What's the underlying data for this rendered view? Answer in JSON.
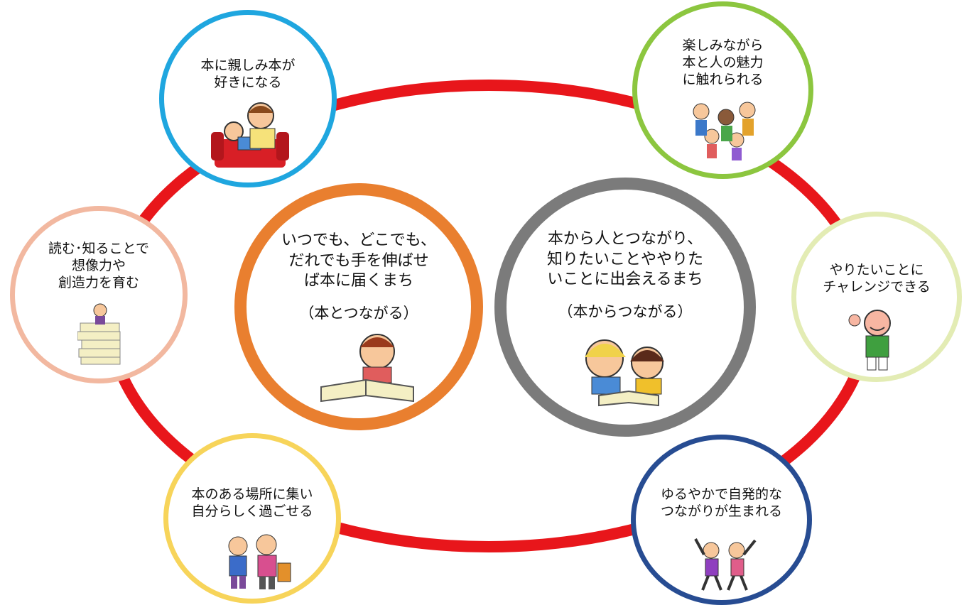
{
  "colors": {
    "ring": "#e8161b",
    "blue": "#1fa6df",
    "green": "#8cc63f",
    "salmon": "#f2b8a0",
    "paleGreen": "#e3ecb4",
    "yellow": "#f7d45a",
    "navy": "#274c92",
    "orange": "#e97f2f",
    "gray": "#7b7b7b"
  },
  "center": {
    "left": {
      "text": "いつでも、どこでも、\nだれでも手を伸ばせ\nば本に届くまち",
      "sub": "（本とつながる）",
      "icon": "child-reading-book-icon"
    },
    "right": {
      "text": "本から人とつながり、\n知りたいことややりた\nいことに出会えるまち",
      "sub": "（本からつながる）",
      "icon": "adult-and-child-reading-icon"
    }
  },
  "outer": [
    {
      "id": "top-left",
      "text": "本に親しみ本が\n好きになる",
      "icon": "parent-child-sofa-reading-icon"
    },
    {
      "id": "top-right",
      "text": "楽しみながら\n本と人の魅力\nに触れられる",
      "icon": "children-group-icon"
    },
    {
      "id": "left",
      "text": "読む･知ることで\n想像力や\n創造力を育む",
      "icon": "child-on-book-stack-icon"
    },
    {
      "id": "right",
      "text": "やりたいことに\nチャレンジできる",
      "icon": "flexing-person-icon"
    },
    {
      "id": "bottom-left",
      "text": "本のある場所に集い\n自分らしく過ごせる",
      "icon": "children-with-bags-icon"
    },
    {
      "id": "bottom-right",
      "text": "ゆるやかで自発的な\nつながりが生まれる",
      "icon": "children-waving-icon"
    }
  ]
}
